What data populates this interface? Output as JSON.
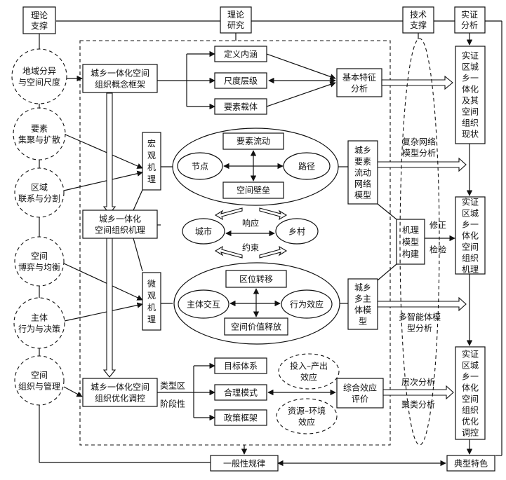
{
  "columns": {
    "theory_support": "理论|支撑",
    "theory_research": "理论|研究",
    "tech_support": "技术|支撑",
    "empirical": "实证|分析"
  },
  "theories": [
    "地域分异|与空间尺度",
    "要素|集聚与扩散",
    "区域|联系与分割",
    "空间|博弈与均衡",
    "主体|行为与决策",
    "空间|组织与管理"
  ],
  "framework": {
    "concept": "城乡一体化空间|组织概念框架",
    "items": [
      "定义内涵",
      "尺度层级",
      "要素载体"
    ],
    "features": "基本特征|分析"
  },
  "macro": {
    "label": "宏|观|机|理",
    "flow": "要素流动",
    "node": "节点",
    "path": "路径",
    "barrier": "空间壁垒",
    "model": "城乡|要素|流动|网络|模型",
    "method": "复杂网络|模型分析"
  },
  "mechanism": "城乡一体化|空间组织机理",
  "interaction": {
    "city": "城市",
    "village": "乡村",
    "response": "响应",
    "constraint": "约束"
  },
  "model_build": "机理|模型|构建",
  "revise_check": {
    "revise": "修正",
    "check": "检验"
  },
  "micro": {
    "label": "微|观|机|理",
    "shift": "区位转移",
    "actor": "主体交互",
    "effect": "行为效应",
    "release": "空间价值释放",
    "model": "城乡|多主|体模|型",
    "method": "多智能体模|型分析"
  },
  "optimize": {
    "control": "城乡一体化空间|组织优化调控",
    "type_area": "类型区",
    "stage": "阶段性",
    "items": [
      "目标体系",
      "合理模式",
      "政策框架"
    ],
    "io": "投入–产出|效应",
    "re": "资源–环境|效应",
    "eval": "综合效应|评价",
    "level": "层次分析",
    "cluster": "聚类分析"
  },
  "empirical_boxes": [
    "实证|区城|乡一|体化|及其|空间|组织|现状",
    "实证|区城|乡一|体化|空间|组织|机理",
    "实证|区城|乡一|体化|空间|组织|优化|调控"
  ],
  "bottom": {
    "general": "一般性规律",
    "typical": "典型特色"
  }
}
